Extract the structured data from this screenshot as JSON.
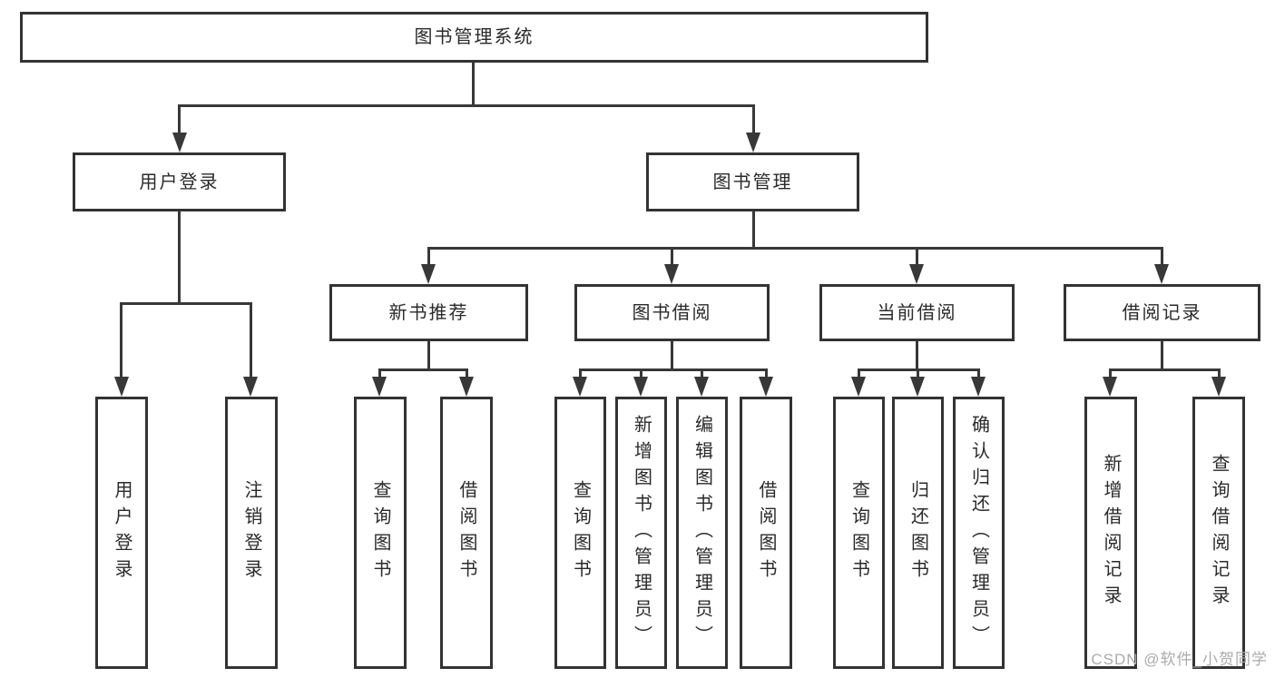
{
  "diagram": {
    "root": "图书管理系统",
    "level1": {
      "user": "用户登录",
      "book": "图书管理"
    },
    "level2": [
      "新书推荐",
      "图书借阅",
      "当前借阅",
      "借阅记录"
    ],
    "leaves": {
      "user": [
        "用户登录",
        "注销登录"
      ],
      "recommend": [
        "查询图书",
        "借阅图书"
      ],
      "borrow": [
        "查询图书",
        "新增图书（管理员）",
        "编辑图书（管理员）",
        "借阅图书"
      ],
      "current": [
        "查询图书",
        "归还图书",
        "确认归还（管理员）"
      ],
      "records": [
        "新增借阅记录",
        "查询借阅记录"
      ]
    }
  },
  "watermark": "CSDN @软件_小贺同学",
  "colors": {
    "line": "#383838",
    "border": "#333333",
    "background": "#ffffff",
    "watermark_text": "#ababab"
  }
}
